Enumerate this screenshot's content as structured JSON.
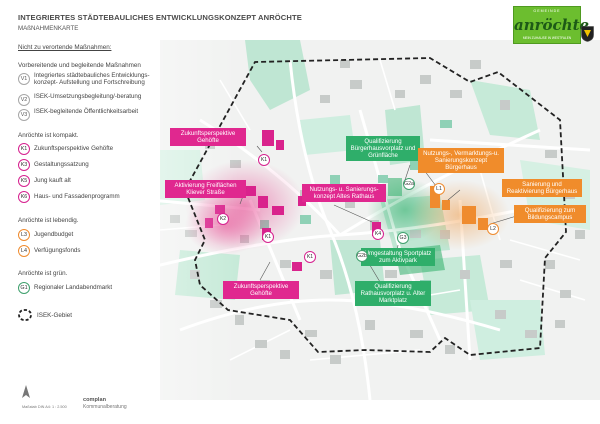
{
  "header": {
    "title": "INTEGRIERTES STÄDTEBAULICHES ENTWICKLUNGSKONZEPT ANRÖCHTE",
    "subtitle": "MAßNAHMENKARTE"
  },
  "legend": {
    "note": "Nicht zu verortende Maßnahmen:",
    "groups": [
      {
        "heading": "Vorbereitende und begleitende Maßnahmen",
        "items": [
          {
            "code": "V1",
            "label": "Integriertes städtebauliches Entwicklungs-konzept- Aufstellung und Fortschreibung"
          },
          {
            "code": "V2",
            "label": "ISEK-Umsetzungsbegleitung/-beratung"
          },
          {
            "code": "V3",
            "label": "ISEK-begleitende Öffentlichkeitsarbeit"
          }
        ]
      },
      {
        "heading": "Anröchte ist kompakt.",
        "items": [
          {
            "code": "K1",
            "label": "Zukunftsperspektive Gehöfte"
          },
          {
            "code": "K3",
            "label": "Gestaltungssatzung"
          },
          {
            "code": "K5",
            "label": "Jung kauft alt"
          },
          {
            "code": "K6",
            "label": "Haus- und Fassadenprogramm"
          }
        ]
      },
      {
        "heading": "Anröchte ist lebendig.",
        "items": [
          {
            "code": "L3",
            "label": "Jugendbudget"
          },
          {
            "code": "L4",
            "label": "Verfügungsfonds"
          }
        ]
      },
      {
        "heading": "Anröchte ist grün.",
        "items": [
          {
            "code": "G1",
            "label": "Regionaler Landabendmarkt"
          }
        ]
      }
    ],
    "isek_label": "ISEK-Gebiet"
  },
  "callouts": {
    "zukunft_top": "Zukunftsperspektive Gehöfte",
    "aktivierung": "Aktivierung Freiflächen Kliever Straße",
    "nutzung_rathaus": "Nutzungs- u. Sanierungs-konzept Altes Rathaus",
    "zukunft_bottom": "Zukunftsperspektive Gehöfte",
    "qual_buerger": "Qualifizierung Bürgerhausvorplatz und Grünfläche",
    "umgestaltung": "Umgestaltung Sportplatz zum Aktivpark",
    "qual_rathaus": "Qualifizierung Rathausvorplatz u. Alter Marktplatz",
    "nutzung_buerger": "Nutzungs-, Vermarktungs-u. Sanierungskonzept Bürgerhaus",
    "sanierung": "Sanierung und Reaktivierung Bürgerhaus",
    "qual_campus": "Qualifizierung zum Bildungscampus"
  },
  "tags": [
    "K1",
    "K2",
    "K1",
    "K1",
    "K4",
    "G2a",
    "L1",
    "L2",
    "G3",
    "G2b"
  ],
  "logo": {
    "top": "GEMEINDE",
    "name": "anröchte",
    "sub": "MEIN ZUHAUSE IN WESTFALEN"
  },
  "footer": {
    "scale": "Maßstab DIN A4: 1 : 2.500",
    "company": "complan",
    "company_sub": "Kommunalberatung"
  },
  "colors": {
    "kompakt": "#e0288f",
    "lebendig": "#f08c2b",
    "gruen": "#2fae6a",
    "building_green": "#9fd8c2",
    "building_grey": "#bfc4c2"
  }
}
